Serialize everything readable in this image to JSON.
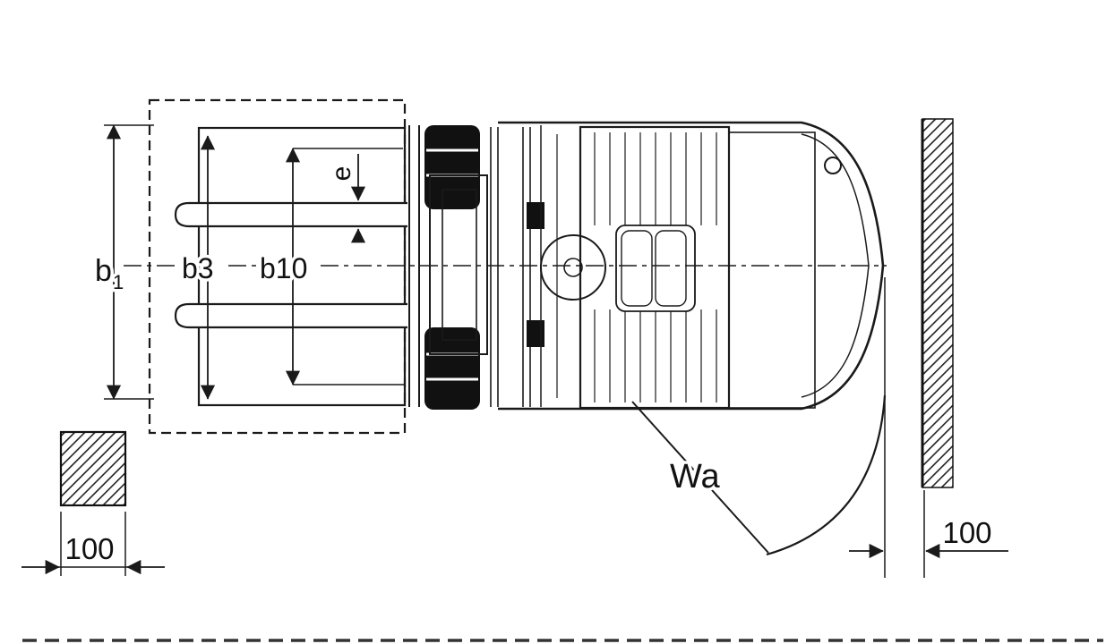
{
  "diagram": {
    "labels": {
      "b1_main": "b",
      "b1_sub": "1",
      "b3": "b3",
      "b10": "b10",
      "e": "e",
      "wa": "Wa",
      "clearance_left": "100",
      "clearance_right": "100"
    },
    "colors": {
      "line": "#1a1a1a",
      "background": "#ffffff",
      "hatch": "#222222"
    }
  }
}
